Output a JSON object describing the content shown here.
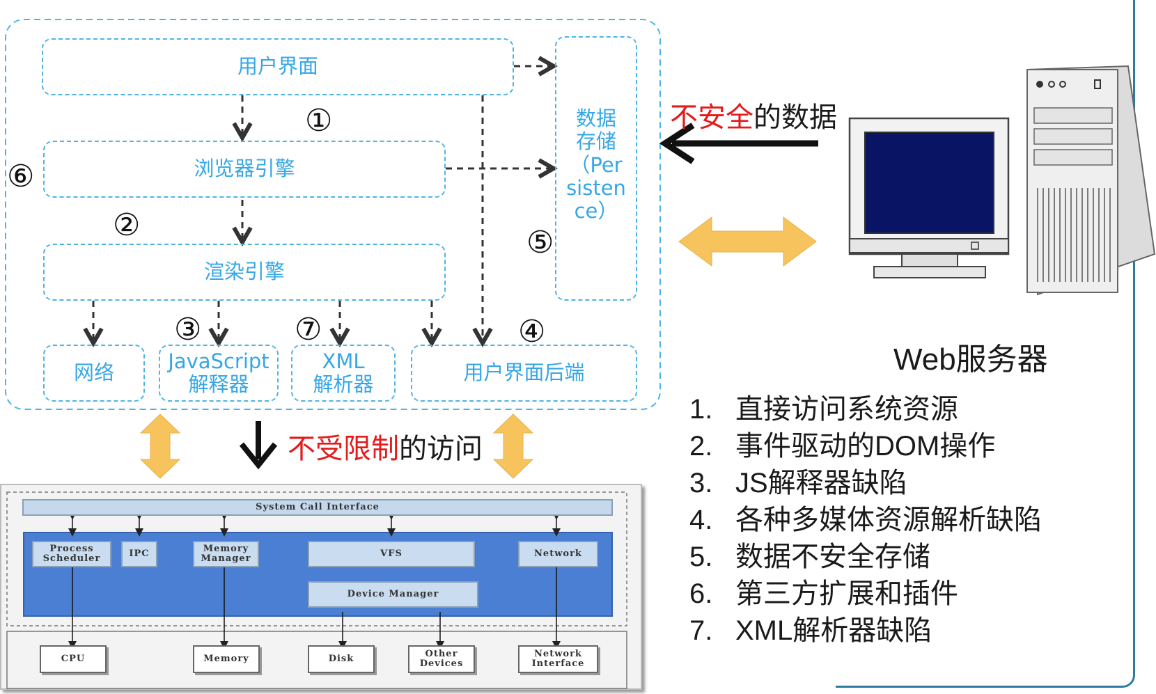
{
  "browser": {
    "ui": "用户界面",
    "browser_engine": "浏览器引擎",
    "render_engine": "渲染引擎",
    "network": "网络",
    "js_interpreter": "JavaScript\n解释器",
    "xml_parser": "XML\n解析器",
    "ui_backend": "用户界面后端",
    "persistence": "数据\n存储\n（Per\nsisten\nce）"
  },
  "markers": [
    "①",
    "②",
    "③",
    "④",
    "⑤",
    "⑥",
    "⑦"
  ],
  "unsafe_data": {
    "red": "不安全",
    "rest": "的数据"
  },
  "unrestricted_access": {
    "red": "不受限制",
    "rest": "的访问"
  },
  "server_label": "Web服务器",
  "vulnerabilities": [
    {
      "num": "1.",
      "text": "直接访问系统资源"
    },
    {
      "num": "2.",
      "text": "事件驱动的DOM操作"
    },
    {
      "num": "3.",
      "text": "JS解释器缺陷"
    },
    {
      "num": "4.",
      "text": "各种多媒体资源解析缺陷"
    },
    {
      "num": "5.",
      "text": "数据不安全存储"
    },
    {
      "num": "6.",
      "text": "第三方扩展和插件"
    },
    {
      "num": "7.",
      "text": "XML解析器缺陷"
    }
  ],
  "kernel": {
    "syscall": "System Call Interface",
    "process_scheduler": "Process\nScheduler",
    "ipc": "IPC",
    "memory_manager": "Memory\nManager",
    "vfs": "VFS",
    "network": "Network",
    "device_manager": "Device Manager",
    "cpu": "CPU",
    "memory": "Memory",
    "disk": "Disk",
    "other_devices": "Other\nDevices",
    "network_interface": "Network\nInterface"
  },
  "colors": {
    "accent_blue": "#35a7e6",
    "red": "#e31b1b",
    "arrow_orange": "#f7c35c",
    "kernel_blue": "#4a7fd4",
    "frame_teal": "#2c7b9e"
  }
}
